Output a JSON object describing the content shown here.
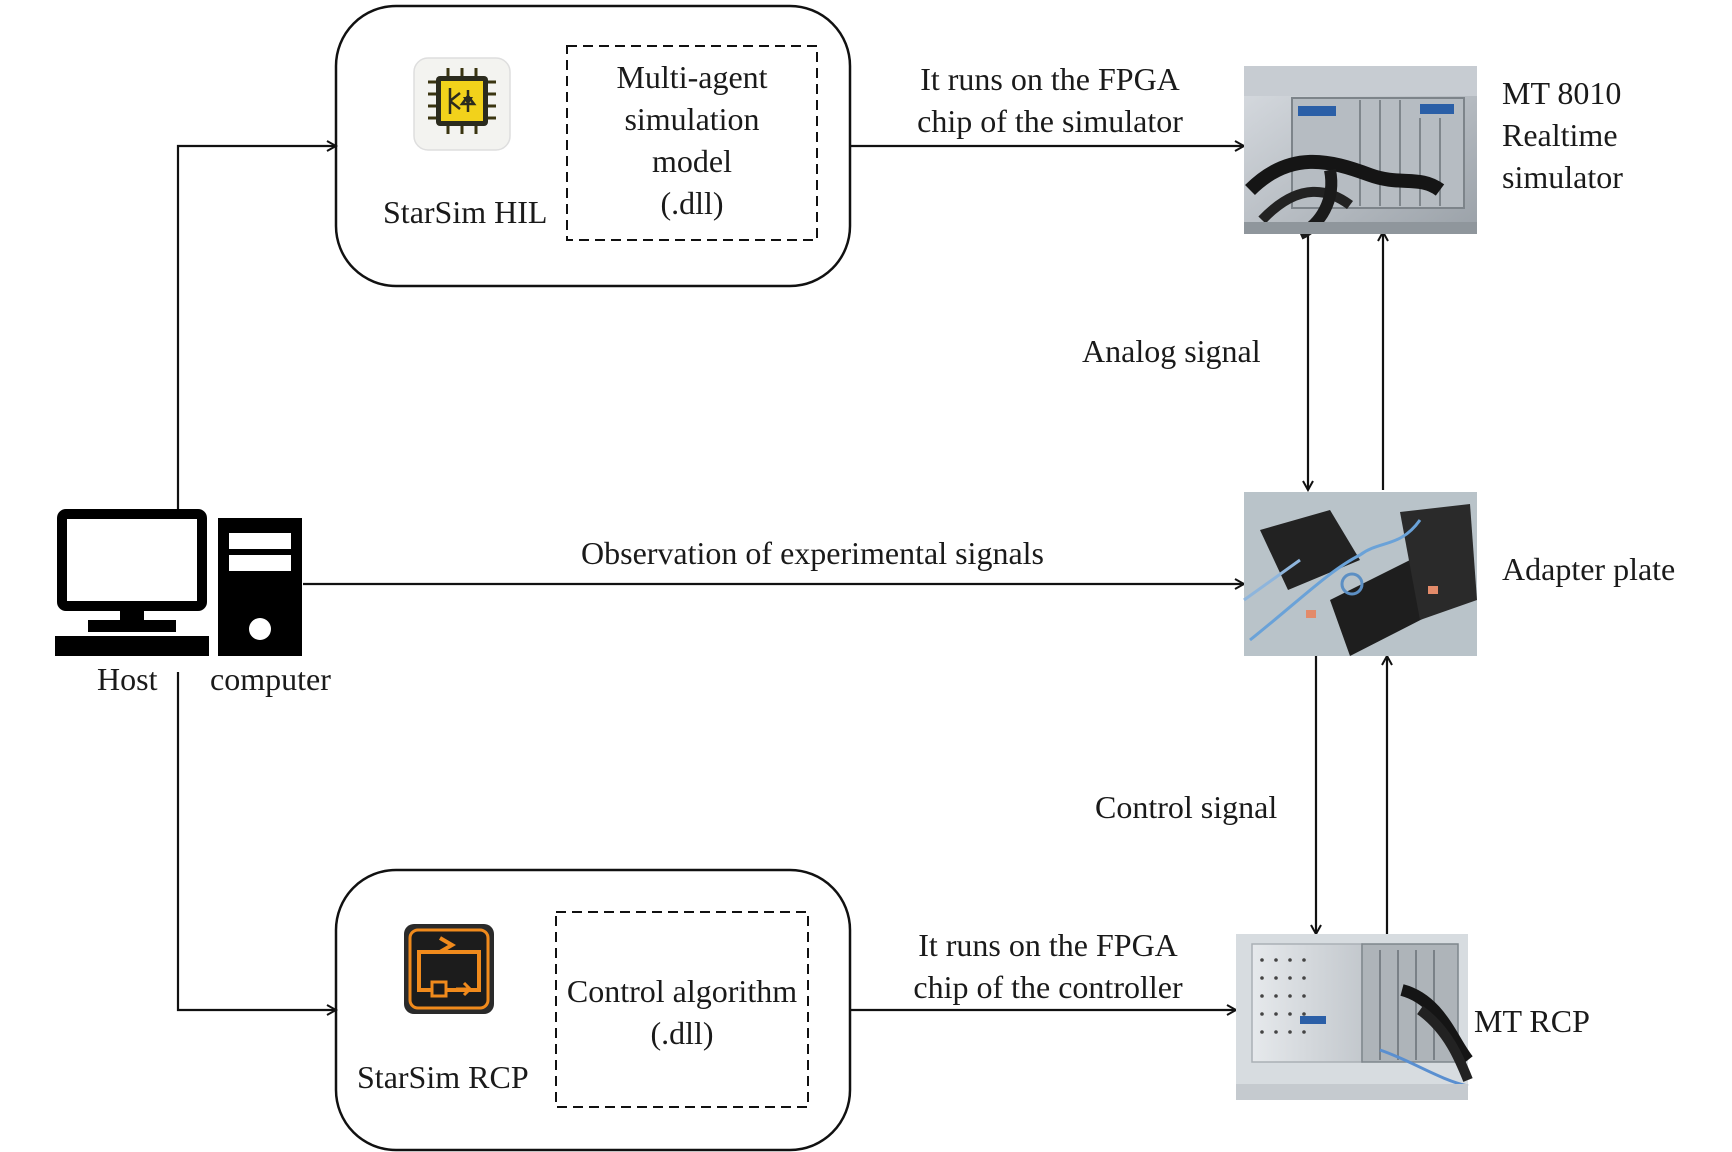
{
  "host": {
    "label_left": "Host",
    "label_right": "computer"
  },
  "hil_box": {
    "app_label": "StarSim HIL",
    "model_lines": [
      "Multi-agent",
      "simulation",
      "model",
      "(.dll)"
    ]
  },
  "rcp_box": {
    "app_label": "StarSim RCP",
    "model_lines": [
      "Control algorithm",
      "(.dll)"
    ]
  },
  "edges": {
    "hil_to_simulator": [
      "It runs on the FPGA",
      "chip of the simulator"
    ],
    "rcp_to_controller": [
      "It runs on the FPGA",
      "chip of the controller"
    ],
    "host_to_adapter": "Observation of experimental signals",
    "analog": "Analog signal",
    "control": "Control signal"
  },
  "devices": {
    "simulator": [
      "MT 8010",
      "Realtime",
      "simulator"
    ],
    "adapter": "Adapter plate",
    "rcp": "MT RCP"
  },
  "colors": {
    "line": "#111111",
    "hil_icon": "#f2d21b",
    "rcp_icon": "#f08a1c"
  }
}
